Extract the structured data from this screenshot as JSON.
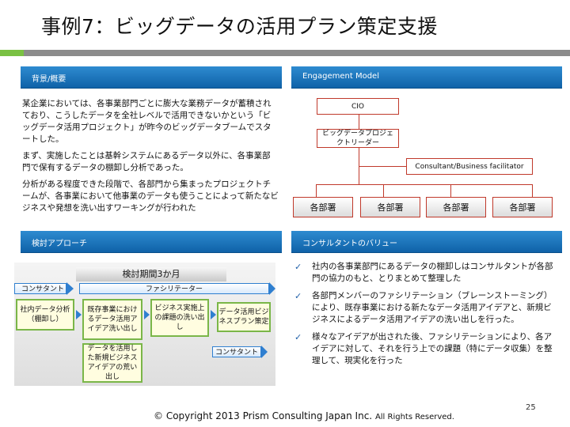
{
  "title": "事例7：ビッグデータの活用プラン策定支援",
  "panels": {
    "background": {
      "header": "背景/概要",
      "paragraphs": [
        "某企業においては、各事業部門ごとに膨大な業務データが蓄積されており、こうしたデータを全社レベルで活用できないかという「ビッグデータ活用プロジェクト」が昨今のビッグデータブームでスタートした。",
        "まず、実施したことは基幹システムにあるデータ以外に、各事業部門で保有するデータの棚卸し分析であった。",
        "分析がある程度できた段階で、各部門から集まったプロジェクトチームが、各事業において他事業のデータも使うことによって新たなビジネスや発想を洗い出すワーキングが行われた"
      ]
    },
    "engagement": {
      "header": "Engagement Model",
      "cio": "CIO",
      "leader": "ビッグデータプロジェクトリーダー",
      "facilitator": "Consultant/Business facilitator",
      "departments": [
        "各部署",
        "各部署",
        "各部署",
        "各部署"
      ]
    },
    "approach": {
      "header": "検討アプローチ",
      "period": "検討期間3か月",
      "consultant_label": "コンサタント",
      "facilitator_label": "ファシリテーター",
      "steps": [
        "社内データ分析（棚卸し）",
        "既存事業におけるデータ活用アイデア洗い出し",
        "ビジネス実施上の課題の洗い出し",
        "データ活用ビジネスプラン策定"
      ],
      "sub_step": "データを活用した新規ビジネスアイデアの荒い出し",
      "consultant_label_2": "コンサタント"
    },
    "value": {
      "header": "コンサルタントのバリュー",
      "items": [
        "社内の各事業部門にあるデータの棚卸しはコンサルタントが各部門の協力のもと、とりまとめて整理した",
        "各部門メンバーのファシリテーション（ブレーンストーミング）により、既存事業における新たなデータ活用アイデアと、新規ビジネスによるデータ活用アイデアの洗い出しを行った。",
        "様々なアイデアが出された後、ファシリテーションにより、各アイデアに対して、それを行う上での課題（特にデータ収集）を整理して、現実化を行った"
      ]
    }
  },
  "page_number": "25",
  "footer": {
    "copyright": "© Copyright 2013   Prism Consulting Japan Inc.",
    "rights": "All Rights Reserved."
  },
  "colors": {
    "header_blue": "#1a73c2",
    "accent_green": "#7ac143",
    "org_red": "#c0392b",
    "step_green": "#7ab648",
    "arrow_blue": "#2f7fd0"
  }
}
